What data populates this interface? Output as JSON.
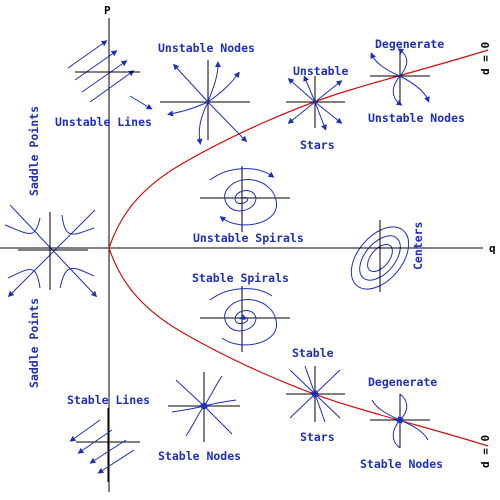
{
  "axes": {
    "p_label": "P",
    "q_label": "q"
  },
  "parabola": {
    "label": "d = 0"
  },
  "labels": {
    "saddle_points": "Saddle Points",
    "unstable_lines": "Unstable Lines",
    "unstable_nodes": "Unstable Nodes",
    "unstable": "Unstable",
    "stars": "Stars",
    "degenerate": "Degenerate",
    "unstable_spirals": "Unstable Spirals",
    "stable_spirals": "Stable Spirals",
    "centers": "Centers",
    "stable": "Stable",
    "stable_lines": "Stable Lines",
    "stable_nodes": "Stable Nodes"
  },
  "colors": {
    "text": "#1f2fb8",
    "curve": "#d01010",
    "axis": "#000000"
  }
}
